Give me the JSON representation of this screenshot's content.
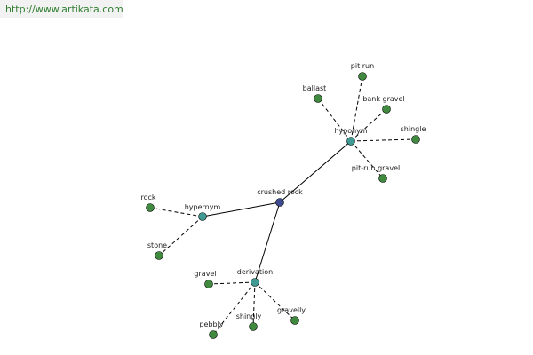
{
  "watermark": {
    "text": "http://www.artikata.com"
  },
  "colors": {
    "root": "#3d4a8f",
    "relation": "#3f9a94",
    "leaf": "#3f8a3f"
  },
  "graph": {
    "nodes": [
      {
        "id": "root",
        "label": "crushed rock",
        "kind": "root"
      },
      {
        "id": "hyponym",
        "label": "hyponym",
        "kind": "relation"
      },
      {
        "id": "hypernym",
        "label": "hypernym",
        "kind": "relation"
      },
      {
        "id": "derivation",
        "label": "derivation",
        "kind": "relation"
      },
      {
        "id": "pit_run",
        "label": "pit run",
        "kind": "leaf"
      },
      {
        "id": "ballast",
        "label": "ballast",
        "kind": "leaf"
      },
      {
        "id": "bank_gravel",
        "label": "bank gravel",
        "kind": "leaf"
      },
      {
        "id": "shingle",
        "label": "shingle",
        "kind": "leaf"
      },
      {
        "id": "pit_run_gravel",
        "label": "pit-run gravel",
        "kind": "leaf"
      },
      {
        "id": "rock",
        "label": "rock",
        "kind": "leaf"
      },
      {
        "id": "stone",
        "label": "stone",
        "kind": "leaf"
      },
      {
        "id": "gravel",
        "label": "gravel",
        "kind": "leaf"
      },
      {
        "id": "pebbly",
        "label": "pebbly",
        "kind": "leaf"
      },
      {
        "id": "shingly",
        "label": "shingly",
        "kind": "leaf"
      },
      {
        "id": "gravelly",
        "label": "gravelly",
        "kind": "leaf"
      }
    ],
    "edges": [
      {
        "from": "root",
        "to": "hyponym",
        "style": "solid"
      },
      {
        "from": "root",
        "to": "hypernym",
        "style": "solid"
      },
      {
        "from": "root",
        "to": "derivation",
        "style": "solid"
      },
      {
        "from": "hyponym",
        "to": "pit_run",
        "style": "dashed"
      },
      {
        "from": "hyponym",
        "to": "ballast",
        "style": "dashed"
      },
      {
        "from": "hyponym",
        "to": "bank_gravel",
        "style": "dashed"
      },
      {
        "from": "hyponym",
        "to": "shingle",
        "style": "dashed"
      },
      {
        "from": "hyponym",
        "to": "pit_run_gravel",
        "style": "dashed"
      },
      {
        "from": "hypernym",
        "to": "rock",
        "style": "dashed"
      },
      {
        "from": "hypernym",
        "to": "stone",
        "style": "dashed"
      },
      {
        "from": "derivation",
        "to": "gravel",
        "style": "dashed"
      },
      {
        "from": "derivation",
        "to": "pebbly",
        "style": "dashed"
      },
      {
        "from": "derivation",
        "to": "shingly",
        "style": "dashed"
      },
      {
        "from": "derivation",
        "to": "gravelly",
        "style": "dashed"
      }
    ]
  }
}
